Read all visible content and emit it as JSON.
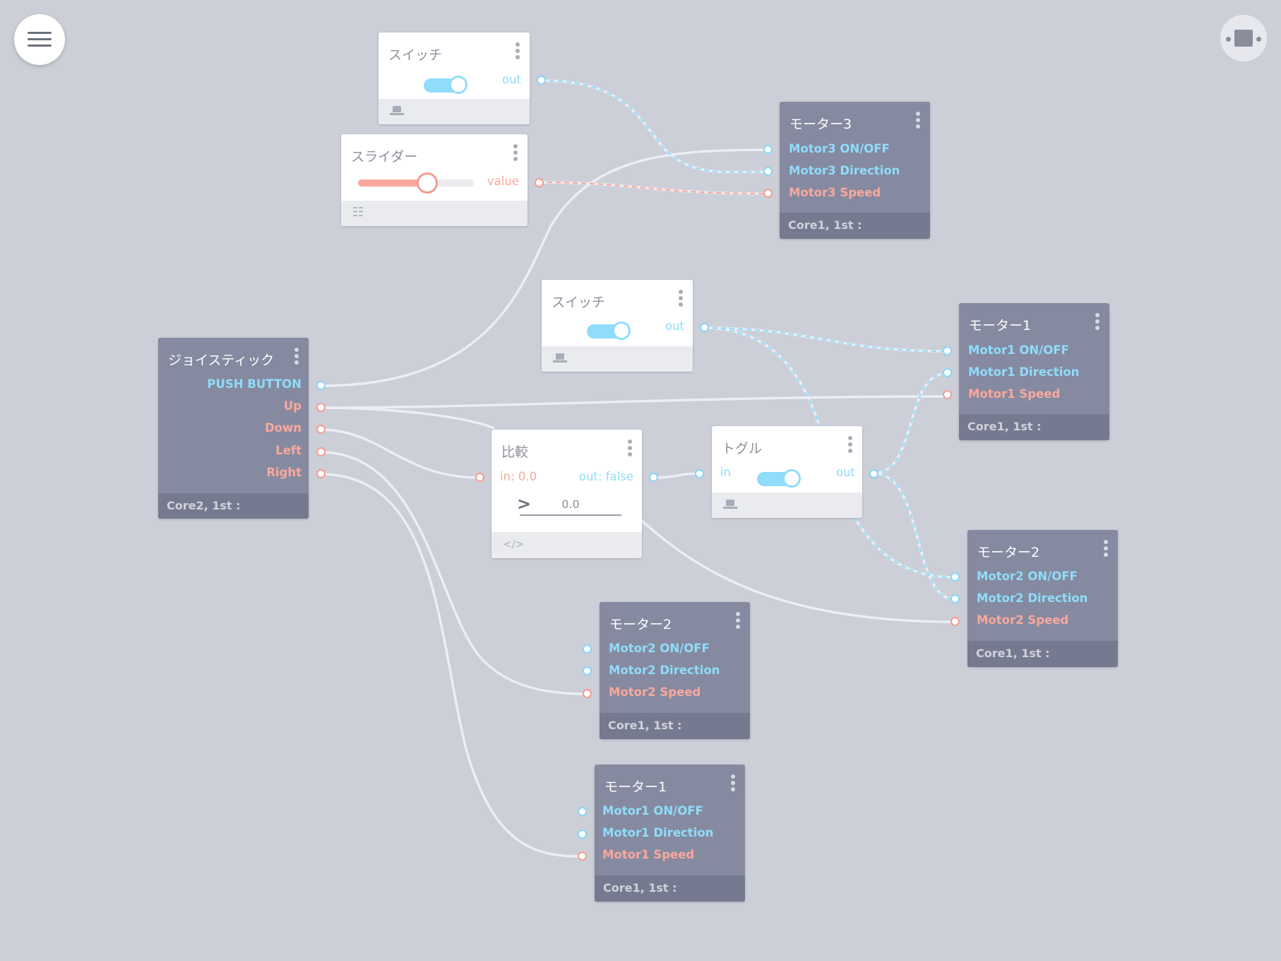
{
  "app": {
    "menu_icon": "hamburger-menu-icon",
    "device_icon": "device-icon"
  },
  "colors": {
    "canvas_bg": "#ccced8",
    "node_light_bg": "#ffffff",
    "node_dark_bg": "#868aa0",
    "boolean_port": "#8fdcfb",
    "numeric_port": "#f8a89d",
    "wire": "#eceef3"
  },
  "nodes": {
    "switch_top": {
      "title": "スイッチ",
      "out_label": "out",
      "toggle_on": true,
      "footer_icon": "switch-icon"
    },
    "slider": {
      "title": "スライダー",
      "value_label": "value",
      "level_fraction": 0.6,
      "footer_icon": "sliders-icon"
    },
    "motor3": {
      "title": "モーター3",
      "ports": [
        "Motor3 ON/OFF",
        "Motor3 Direction",
        "Motor3 Speed"
      ],
      "footer": "Core1, 1st :"
    },
    "switch_mid": {
      "title": "スイッチ",
      "out_label": "out",
      "toggle_on": true,
      "footer_icon": "switch-icon"
    },
    "motor1_right": {
      "title": "モーター1",
      "ports": [
        "Motor1 ON/OFF",
        "Motor1 Direction",
        "Motor1 Speed"
      ],
      "footer": "Core1, 1st :"
    },
    "joystick": {
      "title": "ジョイスティック",
      "ports": [
        "PUSH BUTTON",
        "Up",
        "Down",
        "Left",
        "Right"
      ],
      "footer": "Core2, 1st :"
    },
    "compare": {
      "title": "比較",
      "in_label": "in: 0.0",
      "out_label": "out: false",
      "operator": ">",
      "threshold": "0.0",
      "footer_icon": "</>"
    },
    "toggle_node": {
      "title": "トグル",
      "in_label": "in",
      "out_label": "out",
      "toggle_on": true,
      "footer_icon": "switch-icon"
    },
    "motor2_right": {
      "title": "モーター2",
      "ports": [
        "Motor2 ON/OFF",
        "Motor2 Direction",
        "Motor2 Speed"
      ],
      "footer": "Core1, 1st :"
    },
    "motor2_mid": {
      "title": "モーター2",
      "ports": [
        "Motor2 ON/OFF",
        "Motor2 Direction",
        "Motor2 Speed"
      ],
      "footer": "Core1, 1st :"
    },
    "motor1_bottom": {
      "title": "モーター1",
      "ports": [
        "Motor1 ON/OFF",
        "Motor1 Direction",
        "Motor1 Speed"
      ],
      "footer": "Core1, 1st :"
    }
  }
}
